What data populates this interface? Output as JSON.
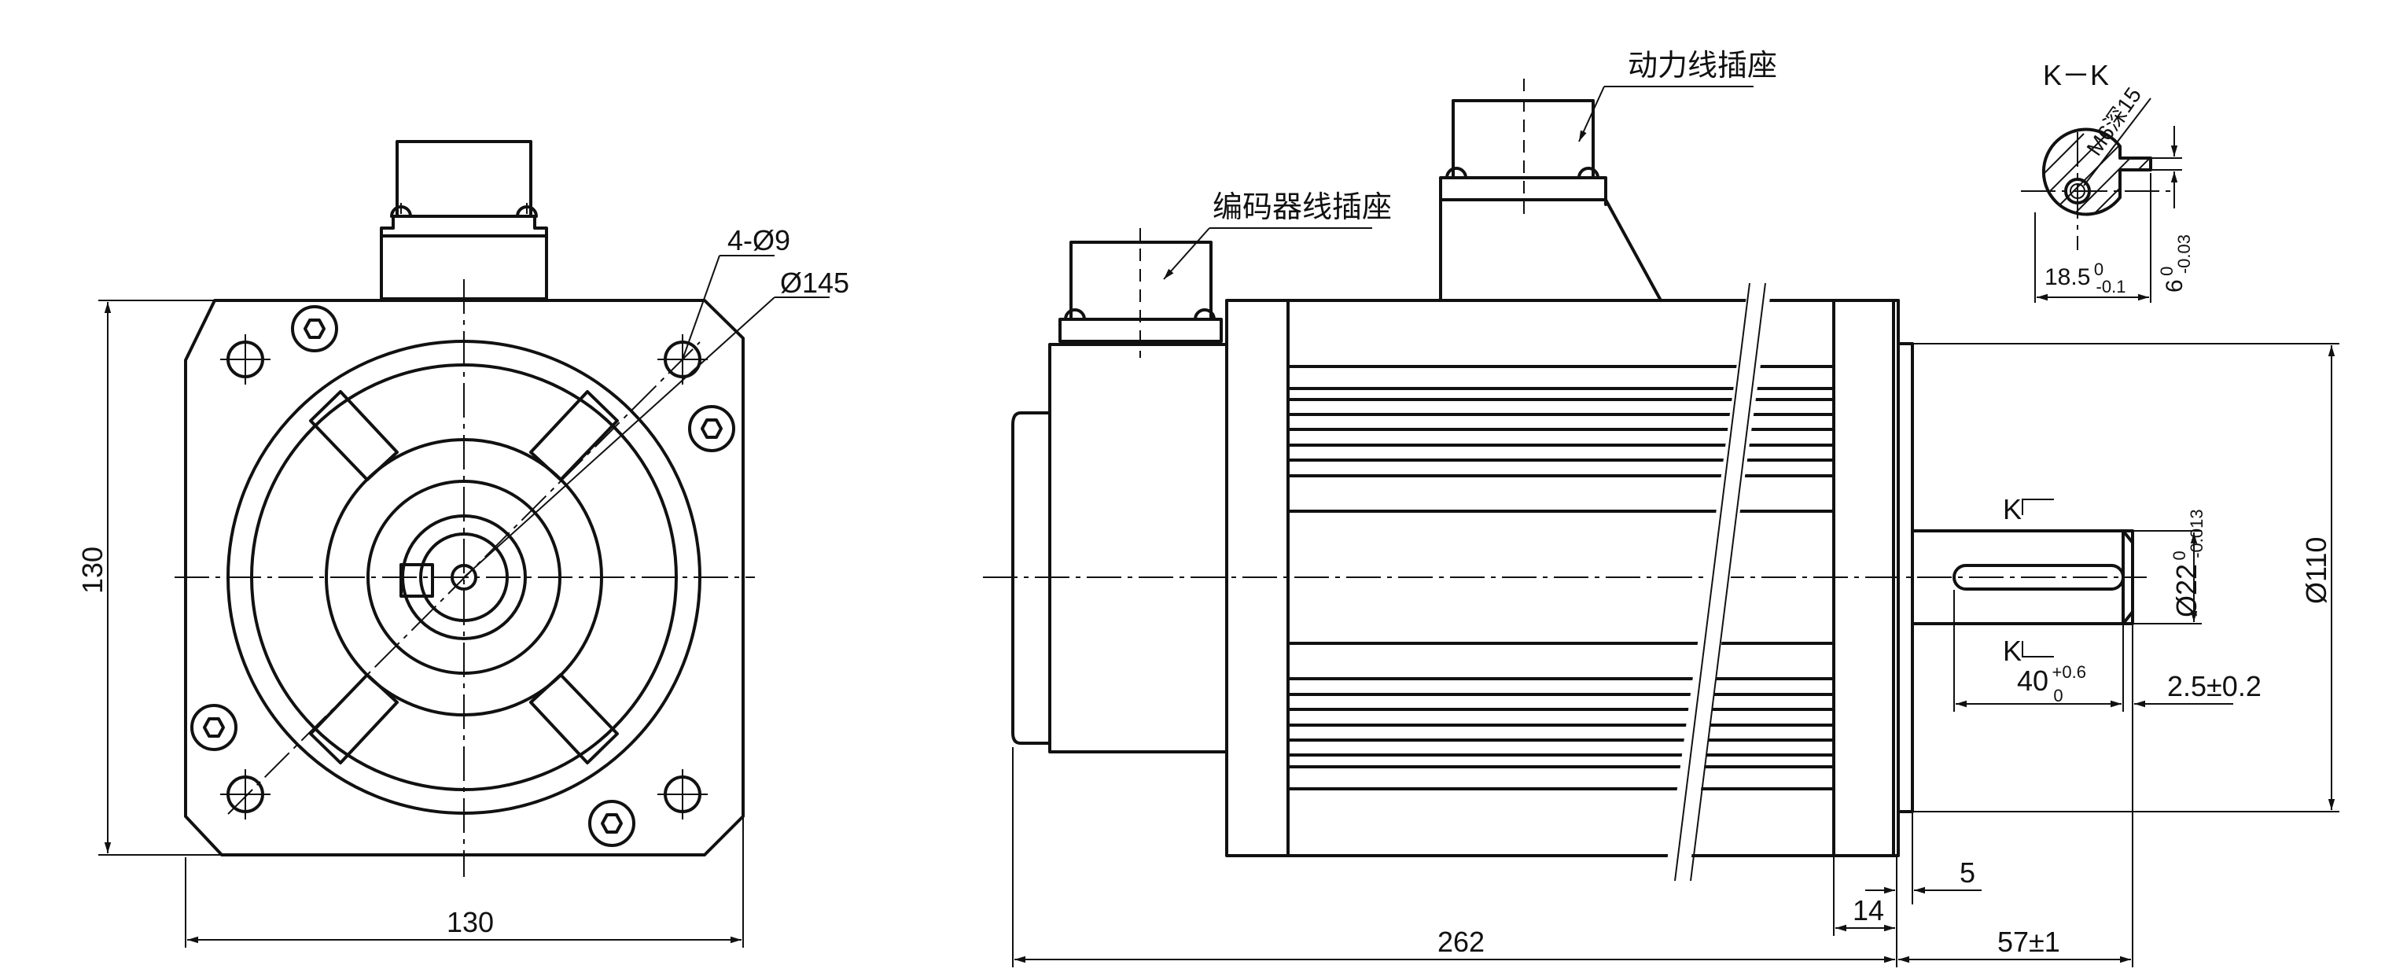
{
  "labels": {
    "power_connector": "动力线插座",
    "encoder_connector": "编码器线插座",
    "section_title": "K－K",
    "section_marker_top": "K",
    "section_marker_bottom": "K"
  },
  "dimensions": {
    "front_width": "130",
    "front_height": "130",
    "bolt_holes": "4-Ø9",
    "bolt_circle": "Ø145",
    "overall_length": "262",
    "flange_thickness": "14",
    "spigot_depth": "5",
    "shaft_length": "57±1",
    "key_length": {
      "base": "40",
      "upper": "+0.6",
      "lower": "0"
    },
    "shaft_end_gap": "2.5±0.2",
    "shaft_diameter": {
      "base": "Ø22",
      "upper": "0",
      "lower": "-0.013"
    },
    "spigot_diameter": "Ø110",
    "key_depth": {
      "base": "18.5",
      "upper": "0",
      "lower": "-0.1"
    },
    "key_width": {
      "base": "6",
      "upper": "0",
      "lower": "-0.03"
    },
    "thread": "M6深15"
  }
}
